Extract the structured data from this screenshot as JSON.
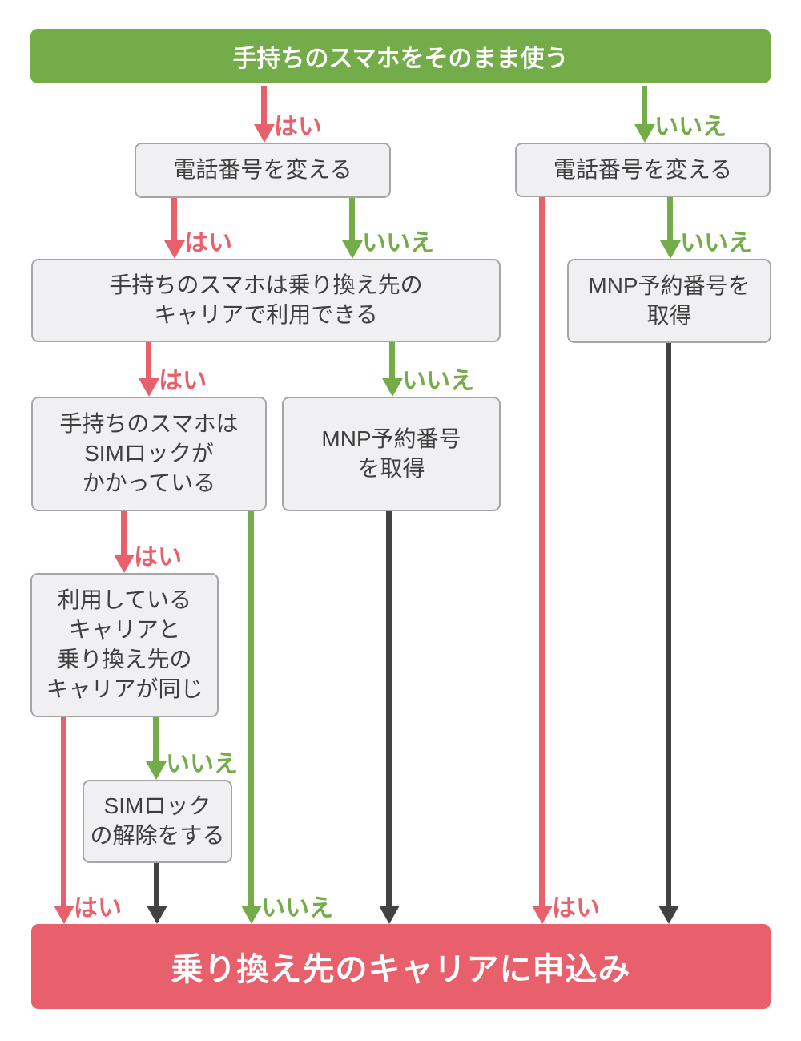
{
  "flowchart": {
    "start": {
      "text": "手持ちのスマホをそのまま使う"
    },
    "result": {
      "text": "乗り換え先のキャリアに申込み"
    },
    "nodes": {
      "change_number_left": {
        "text": "電話番号を変える"
      },
      "change_number_right": {
        "text": "電話番号を変える"
      },
      "usable_on_new_carrier": {
        "text": "手持ちのスマホは乗り換え先の\nキャリアで利用できる"
      },
      "get_mnp_right": {
        "text": "MNP予約番号を\n取得"
      },
      "sim_locked": {
        "text": "手持ちのスマホは\nSIMロックが\nかかっている"
      },
      "get_mnp_mid": {
        "text": "MNP予約番号\nを取得"
      },
      "same_carrier": {
        "text": "利用している\nキャリアと\n乗り換え先の\nキャリアが同じ"
      },
      "sim_unlock": {
        "text": "SIMロック\nの解除をする"
      }
    },
    "labels": {
      "yes": "はい",
      "no": "いいえ"
    },
    "colors": {
      "green": "#74ac4a",
      "red": "#e8606b",
      "dark": "#424242",
      "box_bg": "#f0f0f3",
      "box_border": "#a6a6a6",
      "box_text": "#3f3f3f"
    },
    "edges": [
      {
        "from": "start",
        "answer": "はい",
        "to": "change_number_left"
      },
      {
        "from": "start",
        "answer": "いいえ",
        "to": "change_number_right"
      },
      {
        "from": "change_number_left",
        "answer": "はい",
        "to": "usable_on_new_carrier"
      },
      {
        "from": "change_number_left",
        "answer": "いいえ",
        "to": "usable_on_new_carrier"
      },
      {
        "from": "change_number_right",
        "answer": "はい",
        "to": "result"
      },
      {
        "from": "change_number_right",
        "answer": "いいえ",
        "to": "get_mnp_right"
      },
      {
        "from": "usable_on_new_carrier",
        "answer": "はい",
        "to": "sim_locked"
      },
      {
        "from": "usable_on_new_carrier",
        "answer": "いいえ",
        "to": "get_mnp_mid"
      },
      {
        "from": "sim_locked",
        "answer": "はい",
        "to": "same_carrier"
      },
      {
        "from": "sim_locked",
        "answer": "いいえ",
        "to": "result"
      },
      {
        "from": "same_carrier",
        "answer": "はい",
        "to": "result"
      },
      {
        "from": "same_carrier",
        "answer": "いいえ",
        "to": "sim_unlock"
      },
      {
        "from": "sim_unlock",
        "answer": "",
        "to": "result"
      },
      {
        "from": "get_mnp_mid",
        "answer": "",
        "to": "result"
      },
      {
        "from": "get_mnp_right",
        "answer": "",
        "to": "result"
      }
    ]
  }
}
